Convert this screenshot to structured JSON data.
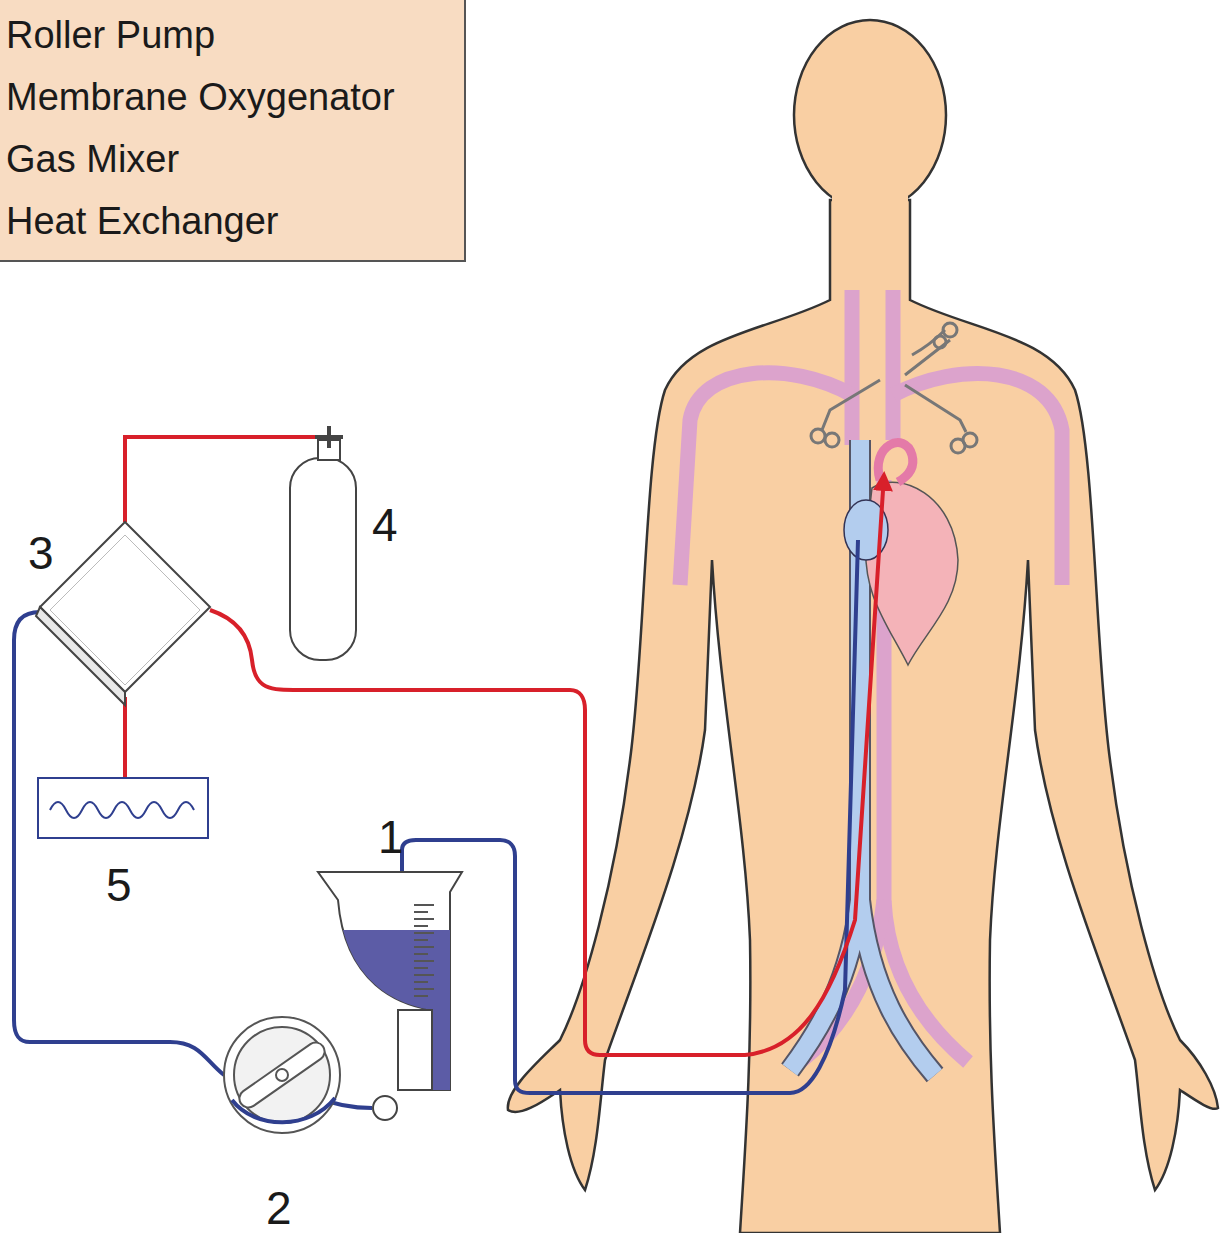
{
  "diagram": {
    "nodes": [
      {
        "text": [
          "Roller Pump",
          "Membrane Oxygenator",
          "Gas Mixer",
          "Heat Exchanger"
        ]
      }
    ],
    "labels": [
      "1",
      "2",
      "3",
      "4",
      "5"
    ]
  }
}
